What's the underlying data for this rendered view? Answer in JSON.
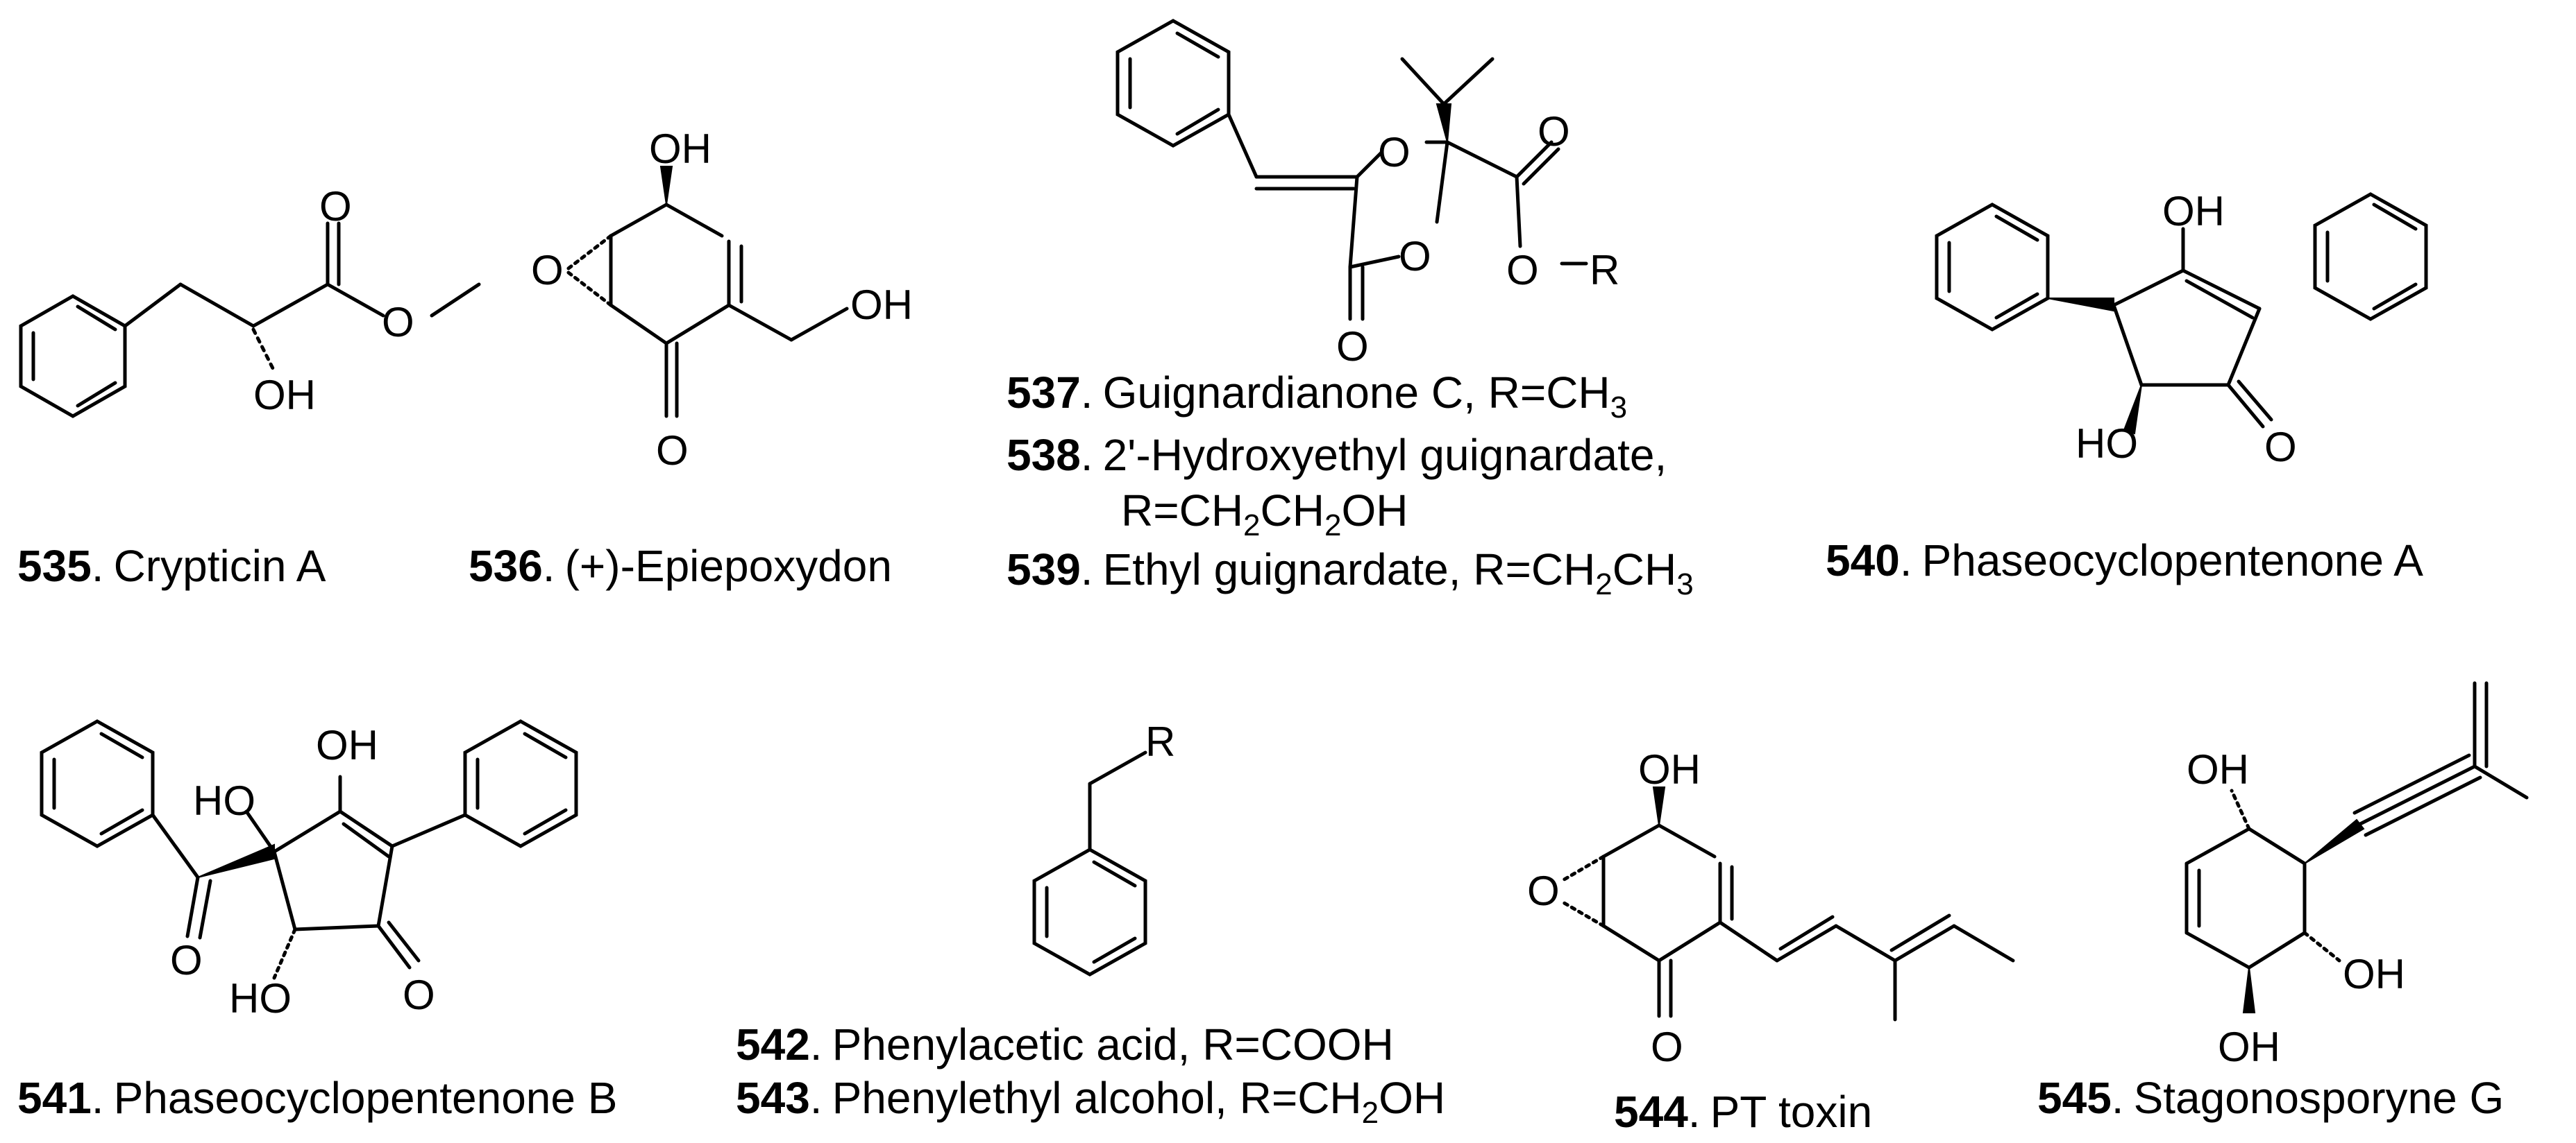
{
  "compounds": [
    {
      "number": "535",
      "name": "Crypticin A"
    },
    {
      "number": "536",
      "name": "(+)-Epiepoxydon"
    },
    {
      "number": "537",
      "name": "Guignardianone C, R=CH",
      "sub": "3"
    },
    {
      "number": "538",
      "name": "2'-Hydroxyethyl guignardate,",
      "line2_a": "R=CH",
      "line2_s1": "2",
      "line2_b": "CH",
      "line2_s2": "2",
      "line2_c": "OH"
    },
    {
      "number": "539",
      "name": "Ethyl guignardate, R=CH",
      "sub": "2",
      "name_b": "CH",
      "sub_b": "3"
    },
    {
      "number": "540",
      "name": "Phaseocyclopentenone A"
    },
    {
      "number": "541",
      "name": "Phaseocyclopentenone B"
    },
    {
      "number": "542",
      "name": "Phenylacetic acid, R=COOH"
    },
    {
      "number": "543",
      "name": "Phenylethyl alcohol, R=CH",
      "sub": "2",
      "name_b": "OH"
    },
    {
      "number": "544",
      "name": "PT toxin"
    },
    {
      "number": "545",
      "name": "Stagonosporyne G"
    }
  ],
  "atoms": {
    "O": "O",
    "OH": "OH",
    "HO": "HO",
    "R": "R"
  },
  "caption_separator": "."
}
